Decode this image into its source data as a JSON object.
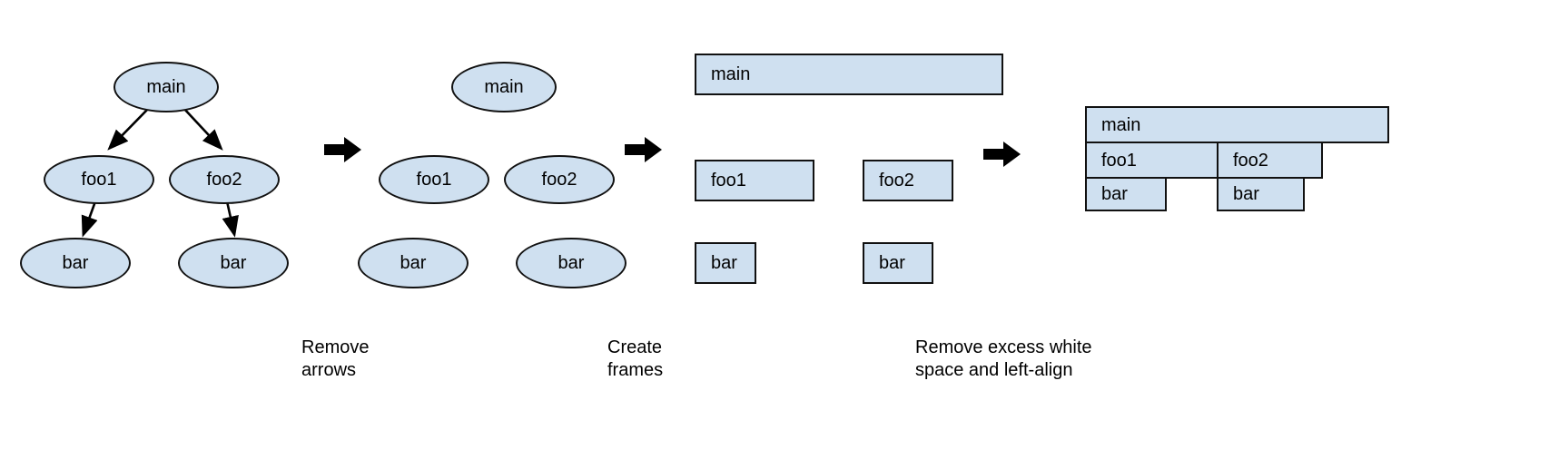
{
  "diagram": {
    "title": "Transformation of a call tree into a flame-graph style nested frame chart",
    "node_fill": "#cfe0f0",
    "node_stroke": "#111111",
    "arrow_color": "#000000",
    "background": "#ffffff"
  },
  "panels": [
    {
      "id": "panel-tree",
      "nodes": [
        {
          "id": "p1-main",
          "label": "main"
        },
        {
          "id": "p1-foo1",
          "label": "foo1"
        },
        {
          "id": "p1-foo2",
          "label": "foo2"
        },
        {
          "id": "p1-bar-left",
          "label": "bar"
        },
        {
          "id": "p1-bar-right",
          "label": "bar"
        }
      ],
      "edges": [
        {
          "from": "main",
          "to": "foo1"
        },
        {
          "from": "main",
          "to": "foo2"
        },
        {
          "from": "foo1",
          "to": "bar"
        },
        {
          "from": "foo2",
          "to": "bar"
        }
      ]
    },
    {
      "id": "panel-no-arrows",
      "nodes": [
        {
          "id": "p2-main",
          "label": "main"
        },
        {
          "id": "p2-foo1",
          "label": "foo1"
        },
        {
          "id": "p2-foo2",
          "label": "foo2"
        },
        {
          "id": "p2-bar-left",
          "label": "bar"
        },
        {
          "id": "p2-bar-right",
          "label": "bar"
        }
      ]
    },
    {
      "id": "panel-frames",
      "nodes": [
        {
          "id": "p3-main",
          "label": "main"
        },
        {
          "id": "p3-foo1",
          "label": "foo1"
        },
        {
          "id": "p3-foo2",
          "label": "foo2"
        },
        {
          "id": "p3-bar-left",
          "label": "bar"
        },
        {
          "id": "p3-bar-right",
          "label": "bar"
        }
      ]
    },
    {
      "id": "panel-packed",
      "nodes": [
        {
          "id": "p4-main",
          "label": "main"
        },
        {
          "id": "p4-foo1",
          "label": "foo1"
        },
        {
          "id": "p4-foo2",
          "label": "foo2"
        },
        {
          "id": "p4-bar-left",
          "label": "bar"
        },
        {
          "id": "p4-bar-right",
          "label": "bar"
        }
      ]
    }
  ],
  "step_arrows": [
    {
      "id": "arrow-1"
    },
    {
      "id": "arrow-2"
    },
    {
      "id": "arrow-3"
    }
  ],
  "captions": [
    {
      "id": "caption-remove-arrows",
      "text": "Remove\narrows"
    },
    {
      "id": "caption-create-frames",
      "text": "Create\nframes"
    },
    {
      "id": "caption-remove-whitespace",
      "text": "Remove excess white\nspace and left-align"
    }
  ]
}
